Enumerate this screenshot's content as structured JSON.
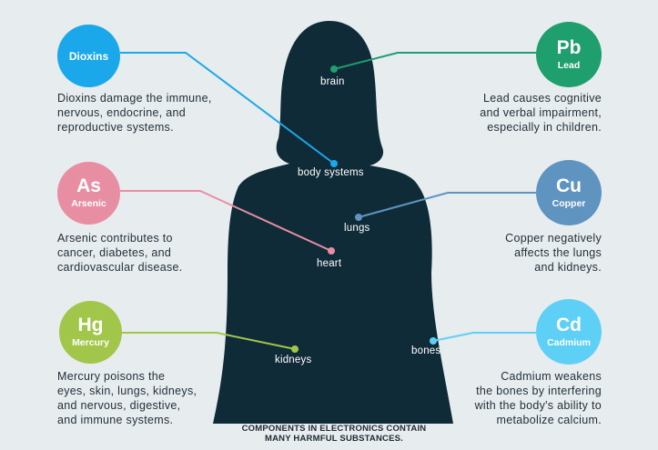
{
  "elements": [
    {
      "symbol": "",
      "name": "Dioxins",
      "color": "#1ba8ea",
      "description": "Dioxins damage the immune,\nnervous, endocrine, and\nreproductive systems.",
      "organ": "body systems"
    },
    {
      "symbol": "Pb",
      "name": "Lead",
      "color": "#1f9e6e",
      "description": "Lead causes cognitive\nand verbal impairment,\nespecially in children.",
      "organ": "brain"
    },
    {
      "symbol": "As",
      "name": "Arsenic",
      "color": "#e88ea3",
      "description": "Arsenic contributes to\ncancer, diabetes, and\ncardiovascular disease.",
      "organ": "heart"
    },
    {
      "symbol": "Cu",
      "name": "Copper",
      "color": "#5f94c0",
      "description": "Copper negatively\naffects the lungs\nand kidneys.",
      "organ": "lungs"
    },
    {
      "symbol": "Hg",
      "name": "Mercury",
      "color": "#a2c64a",
      "description": "Mercury poisons the\neyes, skin, lungs, kidneys,\nand nervous, digestive,\nand immune systems.",
      "organ": "kidneys"
    },
    {
      "symbol": "Cd",
      "name": "Cadmium",
      "color": "#5fd0f5",
      "description": "Cadmium weakens\nthe bones by interfering\nwith the body's ability to\nmetabolize calcium.",
      "organ": "bones"
    }
  ],
  "silhouette_color": "#0f2b38",
  "footer": "COMPONENTS IN ELECTRONICS CONTAIN\nMANY HARMFUL SUBSTANCES."
}
